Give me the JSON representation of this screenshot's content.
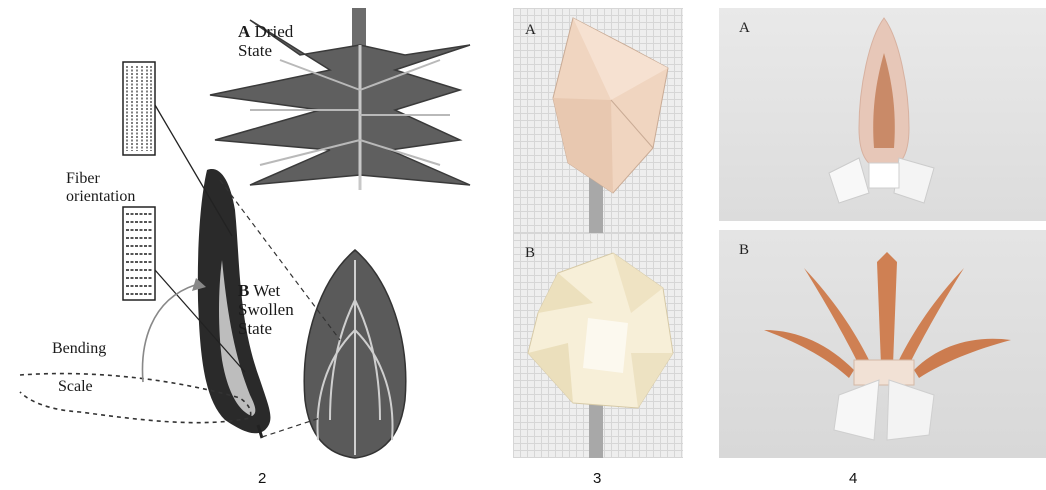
{
  "figure2": {
    "label_a_letter": "A",
    "label_a_line1": "Dried",
    "label_a_line2": "State",
    "label_b_letter": "B",
    "label_b_line1": "Wet",
    "label_b_line2": "Swollen",
    "label_b_line3": "State",
    "fiber_line1": "Fiber",
    "fiber_line2": "orientation",
    "bending": "Bending",
    "scale": "Scale",
    "caption": "2"
  },
  "figure3": {
    "label_a": "A",
    "label_b": "B",
    "caption": "3"
  },
  "figure4": {
    "label_a": "A",
    "label_b": "B",
    "caption": "4"
  }
}
